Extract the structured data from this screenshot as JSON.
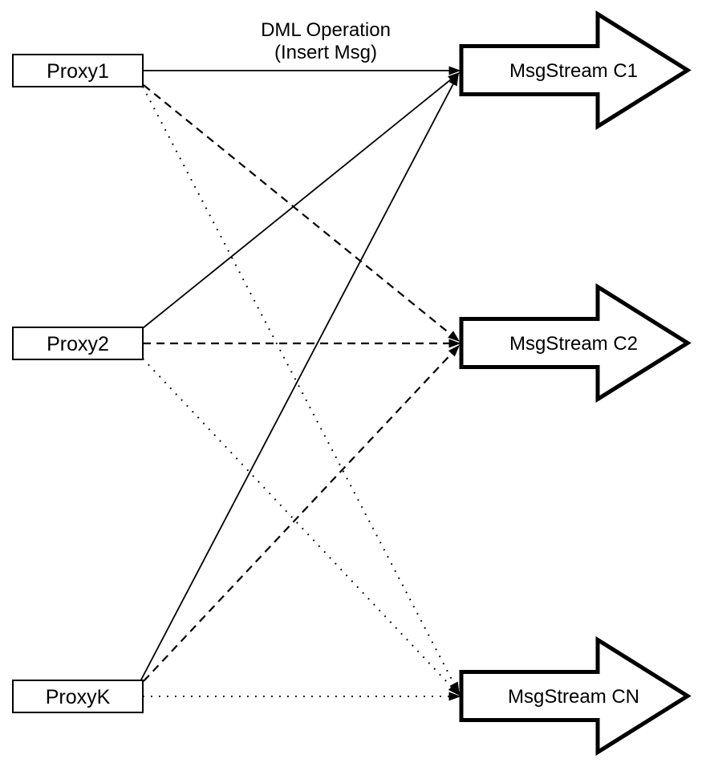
{
  "diagram": {
    "title": {
      "line1": "DML Operation",
      "line2": "(Insert Msg)"
    },
    "nodes": {
      "proxies": [
        {
          "label": "Proxy1"
        },
        {
          "label": "Proxy2"
        },
        {
          "label": "ProxyK"
        }
      ],
      "streams": [
        {
          "label": "MsgStream C1"
        },
        {
          "label": "MsgStream C2"
        },
        {
          "label": "MsgStream CN"
        }
      ]
    },
    "edges": [
      {
        "from": "Proxy1",
        "to": "MsgStream C1",
        "style": "solid",
        "label": "DML Operation (Insert Msg)"
      },
      {
        "from": "Proxy1",
        "to": "MsgStream C2",
        "style": "dashed",
        "label": ""
      },
      {
        "from": "Proxy1",
        "to": "MsgStream CN",
        "style": "dotted",
        "label": ""
      },
      {
        "from": "Proxy2",
        "to": "MsgStream C1",
        "style": "solid",
        "label": ""
      },
      {
        "from": "Proxy2",
        "to": "MsgStream C2",
        "style": "dashed",
        "label": ""
      },
      {
        "from": "Proxy2",
        "to": "MsgStream CN",
        "style": "dotted",
        "label": ""
      },
      {
        "from": "ProxyK",
        "to": "MsgStream C1",
        "style": "solid",
        "label": ""
      },
      {
        "from": "ProxyK",
        "to": "MsgStream C2",
        "style": "dashed",
        "label": ""
      },
      {
        "from": "ProxyK",
        "to": "MsgStream CN",
        "style": "dotted",
        "label": ""
      }
    ],
    "colors": {
      "stroke": "#000000",
      "fill": "#ffffff",
      "background": "#ffffff"
    }
  }
}
